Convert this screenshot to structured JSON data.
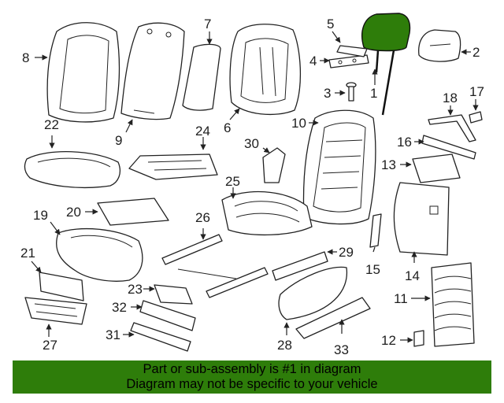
{
  "highlight_color": "#2e7d0a",
  "callouts": {
    "c1": "1",
    "c2": "2",
    "c3": "3",
    "c4": "4",
    "c5": "5",
    "c6": "6",
    "c7": "7",
    "c8": "8",
    "c9": "9",
    "c10": "10",
    "c11": "11",
    "c12": "12",
    "c13": "13",
    "c14": "14",
    "c15": "15",
    "c16": "16",
    "c17": "17",
    "c18": "18",
    "c19": "19",
    "c20": "20",
    "c21": "21",
    "c22": "22",
    "c23": "23",
    "c24": "24",
    "c25": "25",
    "c26": "26",
    "c27": "27",
    "c28": "28",
    "c29": "29",
    "c30": "30",
    "c31": "31",
    "c32": "32",
    "c33": "33"
  },
  "banner": {
    "line1": "Part or sub-assembly is #1 in diagram",
    "line2": "Diagram may not be specific to your vehicle"
  }
}
